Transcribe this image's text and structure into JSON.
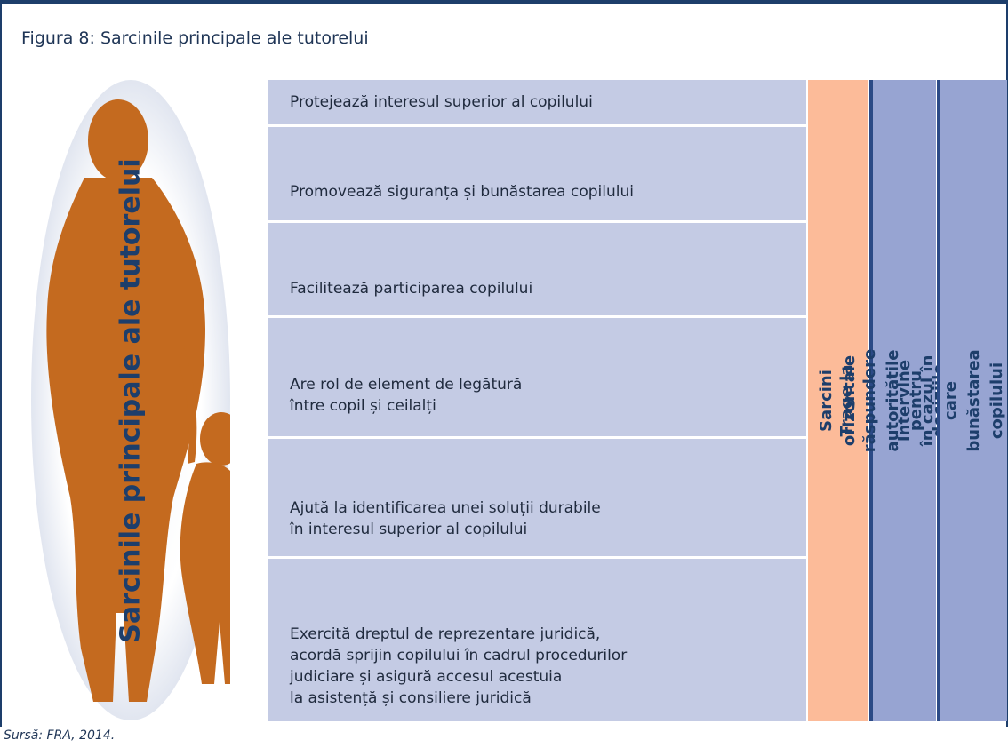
{
  "figure": {
    "title": "Figura 8: Sarcinile principale ale tutorelui",
    "oval_label": "Sarcinile principale ale tutorelui",
    "source": "Sursă: FRA, 2014."
  },
  "tasks": [
    "Protejează interesul superior al copilului",
    "Promovează siguranța și bunăstarea copilului",
    "Facilitează participarea copilului",
    "Are rol de element de legătură\nîntre copil și ceilalți",
    "Ajută la identificarea unei soluții durabile\nîn interesul superior al copilului",
    "Exercită dreptul de reprezentare juridică,\nacordă sprijin copilului în cadrul procedurilor\njudiciare și asigură accesul acestuia\nla asistență și consiliere juridică"
  ],
  "columns": {
    "horizontal": "Sarcini orizontale",
    "accountability": "Trage la răspundere autoritățile\npentru deciziile luate",
    "intervene": "Intervine în cazul în care\nbunăstarea copilului este în pericol"
  },
  "colors": {
    "task_fill": "#c4cbe4",
    "orange_column": "#fcbb99",
    "blue_column": "#97a4d2",
    "figure_orange": "#c46a1f",
    "dark_blue": "#1d3e6b"
  },
  "icons": {
    "oval_figure": "adult-and-child-silhouette"
  }
}
